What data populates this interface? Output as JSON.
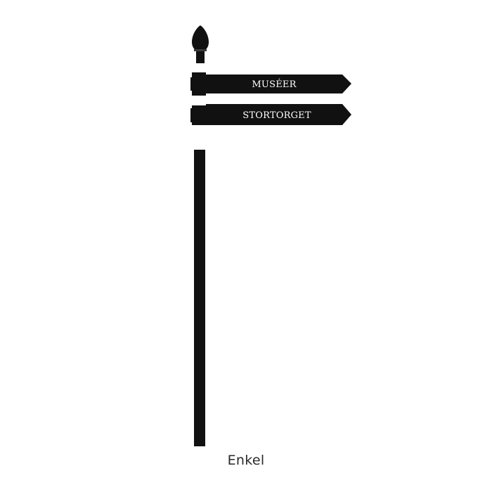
{
  "signpost": {
    "color": "#111111",
    "arms": [
      {
        "label": "MUSÉER",
        "direction": "right"
      },
      {
        "label": "STORTORGET",
        "direction": "right"
      }
    ]
  },
  "caption": "Enkel"
}
